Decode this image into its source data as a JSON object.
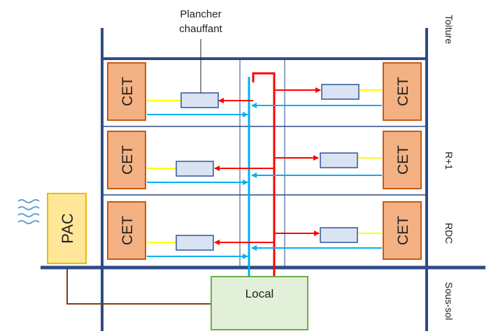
{
  "callout": {
    "line1": "Plancher",
    "line2": "chauffant"
  },
  "floors": {
    "toiture": "Toiture",
    "r1": "R+1",
    "rdc": "RDC",
    "sous_sol": "Sous-sol"
  },
  "units": {
    "cet": "CET",
    "pac": "PAC",
    "local": "Local"
  },
  "colors": {
    "structure": "#2f4a86",
    "cet_fill": "#f4b183",
    "cet_border": "#c55a11",
    "pac_fill": "#ffe699",
    "pac_border": "#f2b800",
    "local_fill": "#e2efd9",
    "local_border": "#70ad47",
    "hot_pipe": "#ff0000",
    "cold_pipe": "#00b0f0",
    "panel_fill": "#dae3f3",
    "panel_border": "#2f5597",
    "link_pipe": "#843c0c",
    "yellow_link": "#ffff00"
  }
}
